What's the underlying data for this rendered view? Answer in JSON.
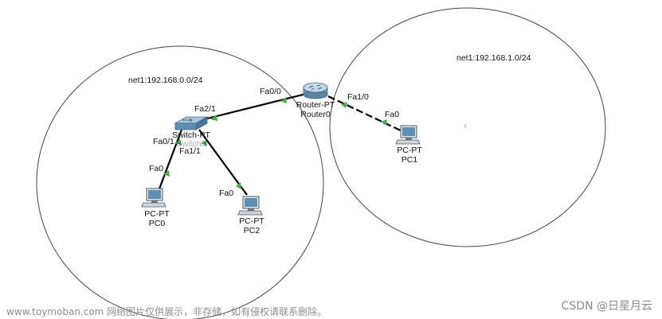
{
  "networks": {
    "left_label": "net1:192.168.0.0/24",
    "right_label": "net1:192.168.1.0/24"
  },
  "router": {
    "model": "Router-PT",
    "name": "Router0",
    "port_to_switch": "Fa0/0",
    "port_to_pc1": "Fa1/0"
  },
  "switch": {
    "model": "Switch-PT",
    "name": "Switch0",
    "port_to_router": "Fa2/1",
    "port_to_pc0": "Fa0/1",
    "port_to_pc2": "Fa1/1"
  },
  "pcs": [
    {
      "model": "PC-PT",
      "name": "PC0",
      "port": "Fa0"
    },
    {
      "model": "PC-PT",
      "name": "PC2",
      "port": "Fa0"
    },
    {
      "model": "PC-PT",
      "name": "PC1",
      "port": "Fa0"
    }
  ],
  "watermark": {
    "left": "www.toymoban.com 网络图片仅供展示，非存储，如有侵权请联系删除。",
    "right": "CSDN @日星月云"
  },
  "colors": {
    "link": "#000000",
    "port_indicator": "#3cb043",
    "device_body": "#5d8fb0",
    "circle_stroke": "#444444"
  }
}
